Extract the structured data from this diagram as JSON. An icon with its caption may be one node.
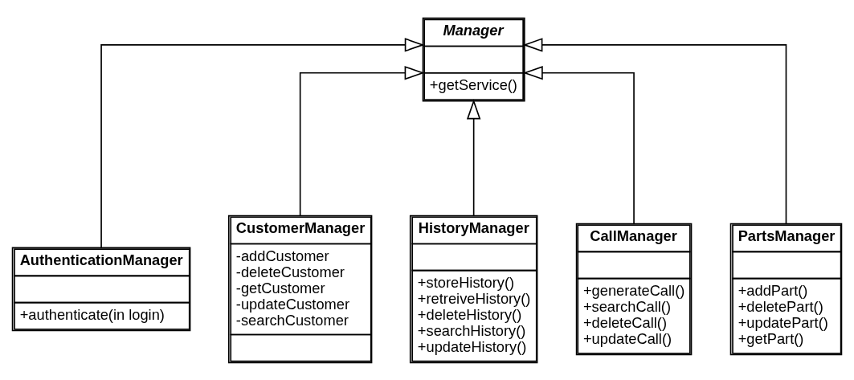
{
  "diagram": {
    "nodes": [
      {
        "text": [
          "Manager",
          "+getService()"
        ]
      },
      {
        "text": [
          "AuthenticationManager",
          "+authenticate(in login)"
        ]
      },
      {
        "text": [
          "CustomerManager",
          "-addCustomer",
          "-deleteCustomer",
          "-getCustomer",
          "-updateCustomer",
          "-searchCustomer"
        ]
      },
      {
        "text": [
          "HistoryManager",
          "+storeHistory()",
          "+retreiveHistory()",
          "+deleteHistory()",
          "+searchHistory()",
          "+updateHistory()"
        ]
      },
      {
        "text": [
          "CallManager",
          "+generateCall()",
          "+searchCall()",
          "+deleteCall()",
          "+updateCall()"
        ]
      },
      {
        "text": [
          "PartsManager",
          "+addPart()",
          "+deletePart()",
          "+updatePart()",
          "+getPart()"
        ]
      }
    ],
    "edges": [
      {
        "from": 1,
        "to": 0,
        "arrow": "to"
      },
      {
        "from": 2,
        "to": 0,
        "arrow": "to"
      },
      {
        "from": 3,
        "to": 0,
        "arrow": "to"
      },
      {
        "from": 4,
        "to": 0,
        "arrow": "to"
      },
      {
        "from": 5,
        "to": 0,
        "arrow": "to"
      }
    ]
  }
}
